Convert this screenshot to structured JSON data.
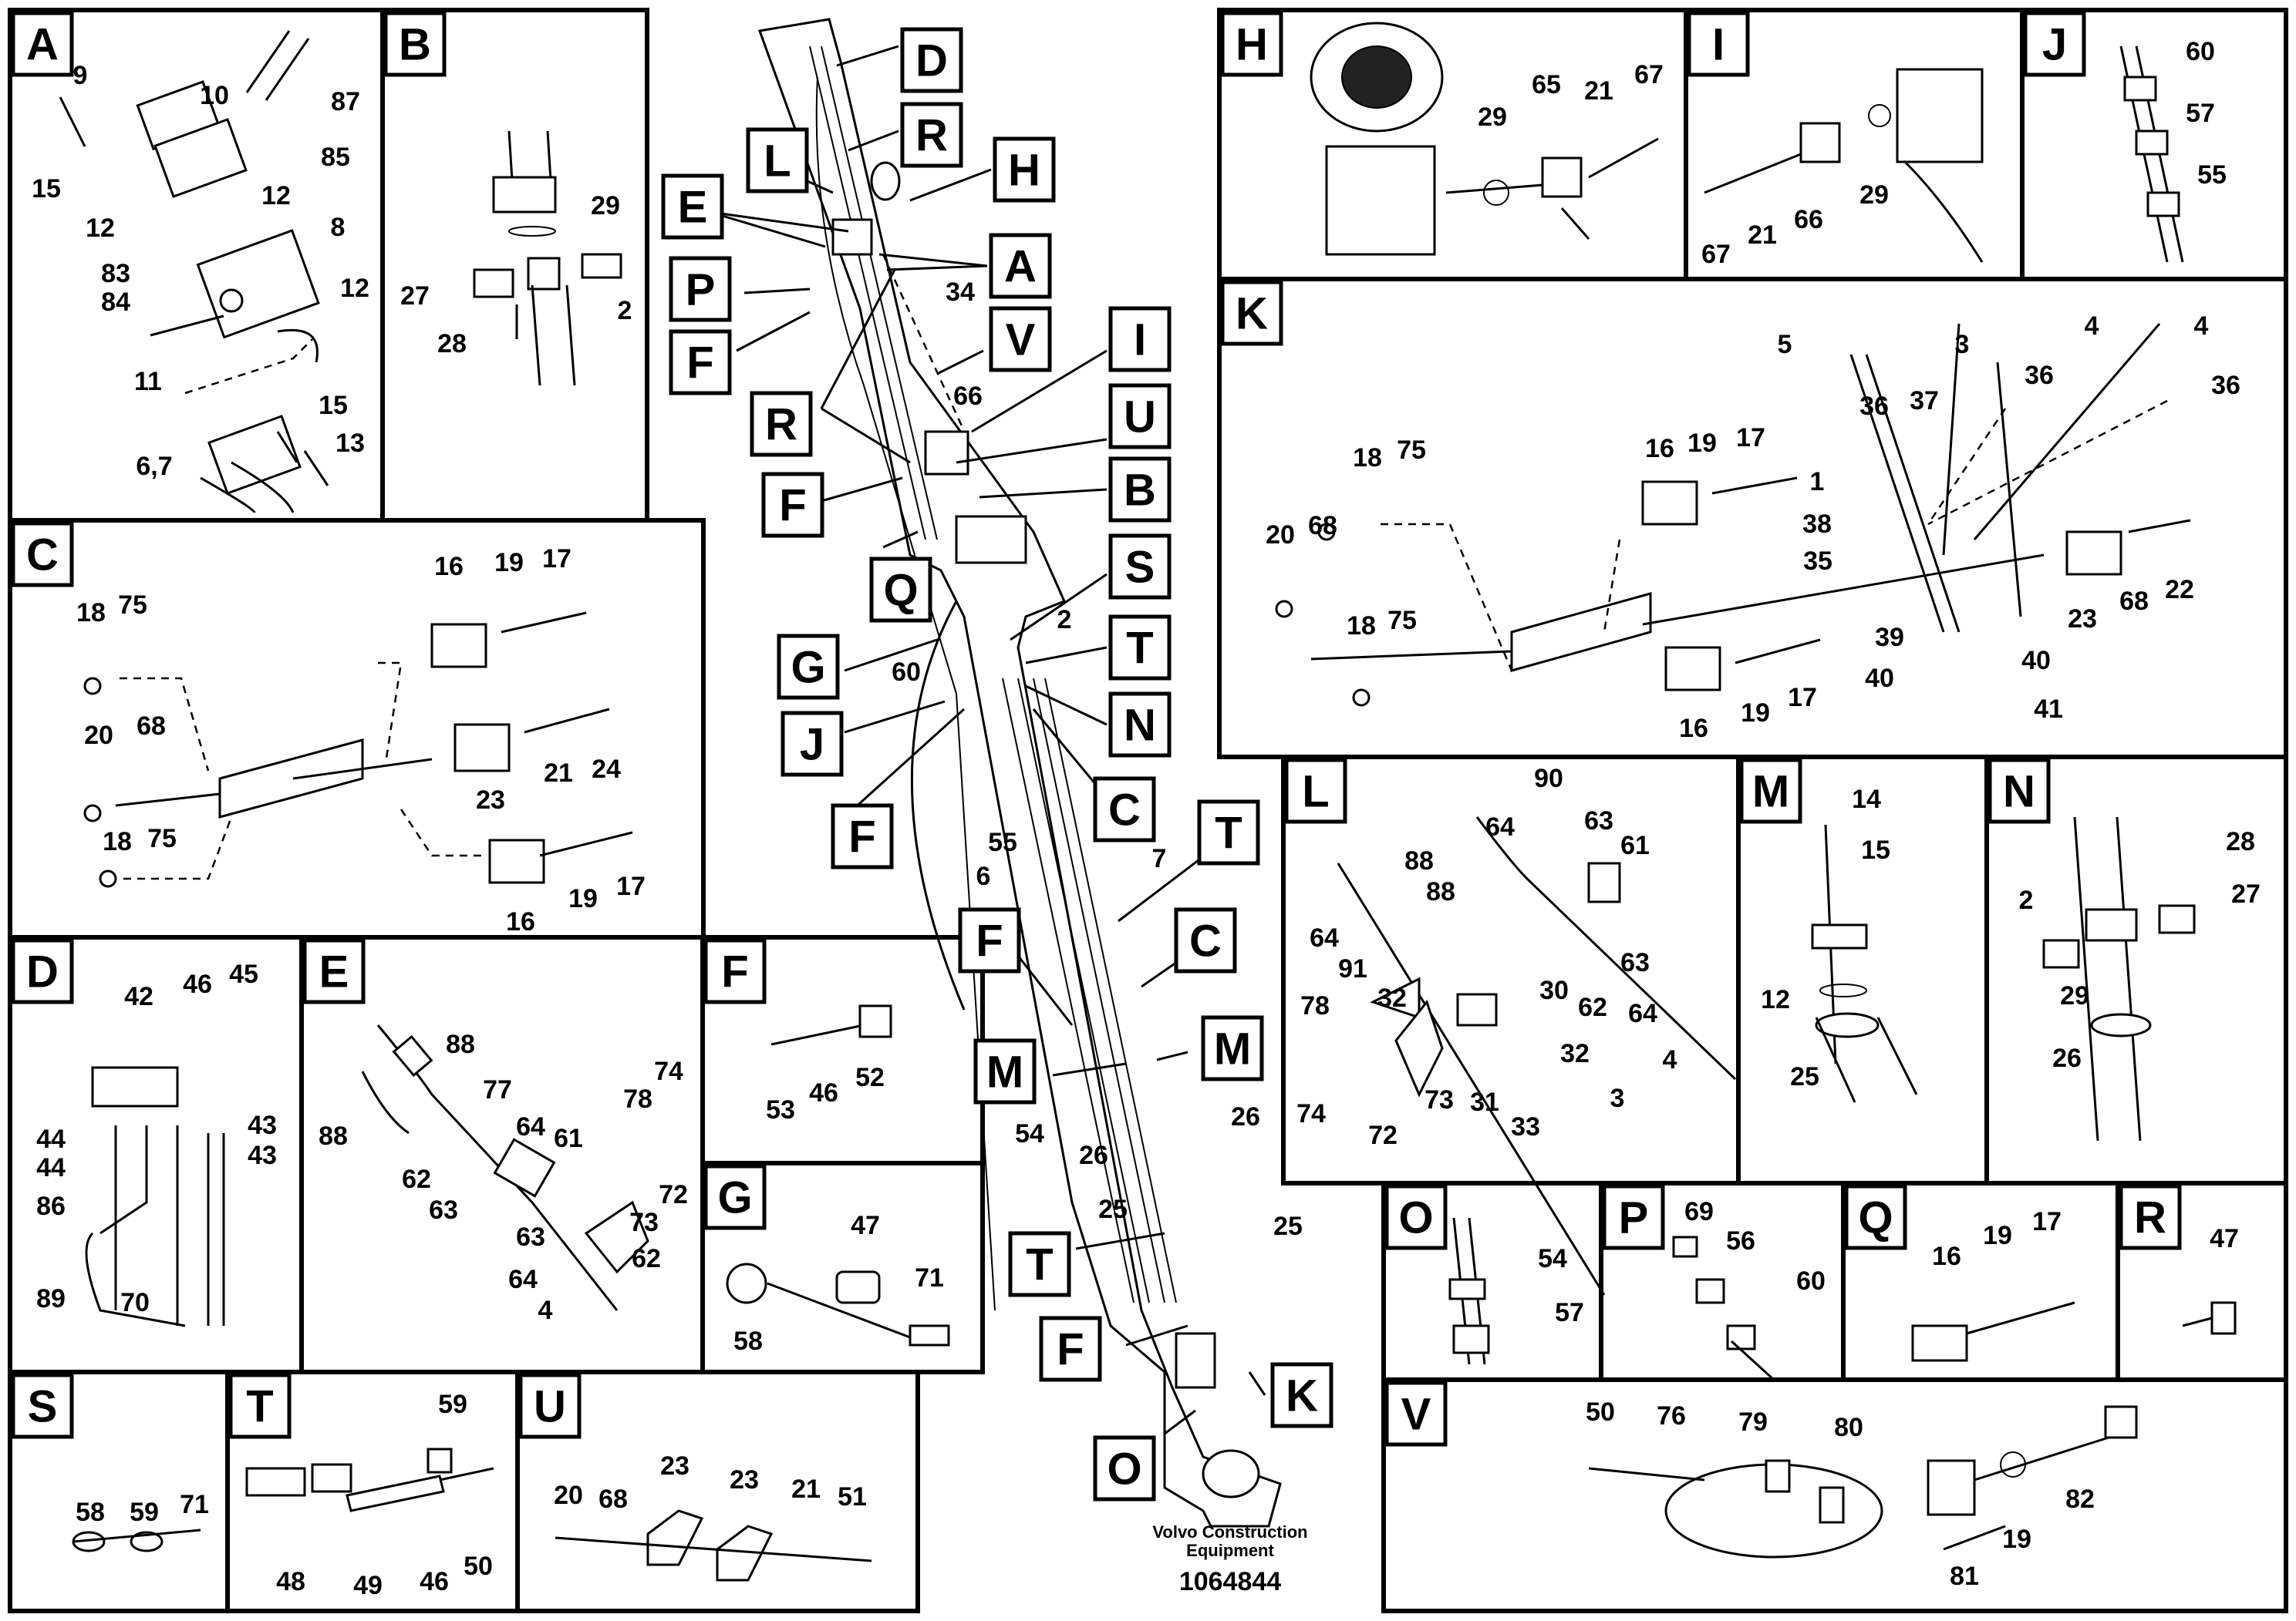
{
  "footer": {
    "company_line1": "Volvo Construction",
    "company_line2": "Equipment",
    "drawing_number": "1064844"
  },
  "panels": {
    "A": {
      "label": "A",
      "parts": [
        "9",
        "10",
        "87",
        "85",
        "15",
        "12",
        "12",
        "8",
        "83",
        "84",
        "12",
        "11",
        "15",
        "13",
        "6,7"
      ]
    },
    "B": {
      "label": "B",
      "parts": [
        "29",
        "27",
        "2",
        "28"
      ]
    },
    "C": {
      "label": "C",
      "parts": [
        "16",
        "19",
        "17",
        "18",
        "75",
        "20",
        "68",
        "21",
        "24",
        "23",
        "18",
        "75",
        "16",
        "19",
        "17"
      ]
    },
    "D": {
      "label": "D",
      "parts": [
        "42",
        "46",
        "45",
        "44",
        "43",
        "44",
        "43",
        "86",
        "89",
        "70"
      ]
    },
    "E": {
      "label": "E",
      "parts": [
        "88",
        "77",
        "74",
        "88",
        "64",
        "78",
        "61",
        "62",
        "72",
        "63",
        "73",
        "63",
        "62",
        "64",
        "4"
      ]
    },
    "F": {
      "label": "F",
      "parts": [
        "53",
        "46",
        "52"
      ]
    },
    "G": {
      "label": "G",
      "parts": [
        "47",
        "71",
        "58"
      ]
    },
    "H": {
      "label": "H",
      "parts": [
        "65",
        "21",
        "67",
        "29"
      ]
    },
    "I": {
      "label": "I",
      "parts": [
        "67",
        "21",
        "66",
        "29"
      ]
    },
    "J": {
      "label": "J",
      "parts": [
        "60",
        "57",
        "55"
      ]
    },
    "K": {
      "label": "K",
      "parts": [
        "5",
        "3",
        "4",
        "4",
        "36",
        "37",
        "36",
        "36",
        "16",
        "19",
        "17",
        "18",
        "75",
        "1",
        "38",
        "20",
        "68",
        "35",
        "23",
        "68",
        "22",
        "18",
        "75",
        "39",
        "40",
        "40",
        "16",
        "19",
        "17",
        "41"
      ]
    },
    "L": {
      "label": "L",
      "parts": [
        "90",
        "63",
        "64",
        "61",
        "88",
        "88",
        "64",
        "91",
        "63",
        "32",
        "30",
        "62",
        "64",
        "78",
        "32",
        "74",
        "73",
        "72",
        "31",
        "33",
        "3",
        "4"
      ]
    },
    "M": {
      "label": "M",
      "parts": [
        "14",
        "15",
        "12",
        "25"
      ]
    },
    "N": {
      "label": "N",
      "parts": [
        "28",
        "2",
        "27",
        "29",
        "26"
      ]
    },
    "O": {
      "label": "O",
      "parts": [
        "54",
        "57"
      ]
    },
    "P": {
      "label": "P",
      "parts": [
        "69",
        "56",
        "60"
      ]
    },
    "Q": {
      "label": "Q",
      "parts": [
        "17",
        "16",
        "19"
      ]
    },
    "R": {
      "label": "R",
      "parts": [
        "47"
      ]
    },
    "S": {
      "label": "S",
      "parts": [
        "58",
        "59",
        "71"
      ]
    },
    "T": {
      "label": "T",
      "parts": [
        "59",
        "48",
        "49",
        "46",
        "50"
      ]
    },
    "U": {
      "label": "U",
      "parts": [
        "20",
        "68",
        "23",
        "23",
        "21",
        "51"
      ]
    },
    "V": {
      "label": "V",
      "parts": [
        "50",
        "76",
        "79",
        "80",
        "82",
        "81",
        "19"
      ]
    }
  },
  "main": {
    "callouts": [
      "D",
      "R",
      "L",
      "H",
      "E",
      "A",
      "P",
      "F",
      "34",
      "V",
      "I",
      "R",
      "66",
      "U",
      "F",
      "B",
      "Q",
      "S",
      "2",
      "G",
      "T",
      "60",
      "J",
      "N",
      "F",
      "C",
      "55",
      "T",
      "6",
      "7",
      "F",
      "C",
      "M",
      "M",
      "54",
      "26",
      "26",
      "25",
      "T",
      "25",
      "F",
      "K",
      "O"
    ]
  }
}
